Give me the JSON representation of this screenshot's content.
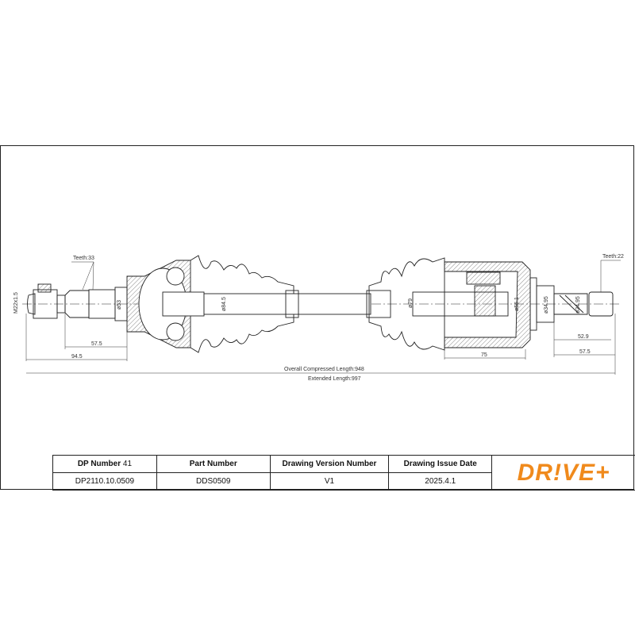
{
  "drawing": {
    "teeth_left": "Teeth:33",
    "teeth_right": "Teeth:22",
    "thread": "M22x1.5",
    "dia_53": "ø53",
    "dia_84_5": "ø84.5",
    "dia_79": "ø79",
    "dia_55_1": "ø55.1",
    "dia_34_95": "ø34.95",
    "dia_24_95": "ø24.95",
    "dim_57_5_left": "57.5",
    "dim_94_5": "94.5",
    "dim_75": "75",
    "dim_52_9": "52.9",
    "dim_57_5_right": "57.5",
    "overall": "Overall  Compressed  Length:948",
    "extended": "Extended  Length:997"
  },
  "table": {
    "dp_label": "DP Number",
    "dp_value": "41",
    "part_label": "Part Number",
    "version_label": "Drawing Version Number",
    "date_label": "Drawing Issue Date",
    "dp_number": "DP2110.10.0509",
    "part_number": "DDS0509",
    "version": "V1",
    "date": "2025.4.1"
  },
  "logo": {
    "text": "DR!VE+",
    "color": "#f08a1c"
  }
}
